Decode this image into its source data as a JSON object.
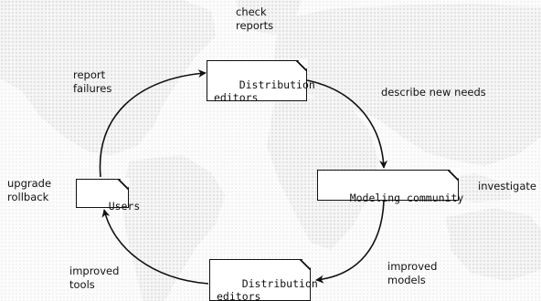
{
  "nodes": {
    "top": "Distribution\neditors",
    "right": "Modeling community",
    "bottom": "Distribution\neditors",
    "left": "Users"
  },
  "labels": {
    "check_reports": "check\nreports",
    "report_failures": "report\nfailures",
    "describe_new_needs": "describe new needs",
    "investigate": "investigate",
    "upgrade_rollback": "upgrade\nrollback",
    "improved_tools": "improved\ntools",
    "improved_models": "improved\nmodels"
  },
  "colors": {
    "map_dots": "#e3e3e3",
    "stroke": "#111111"
  }
}
